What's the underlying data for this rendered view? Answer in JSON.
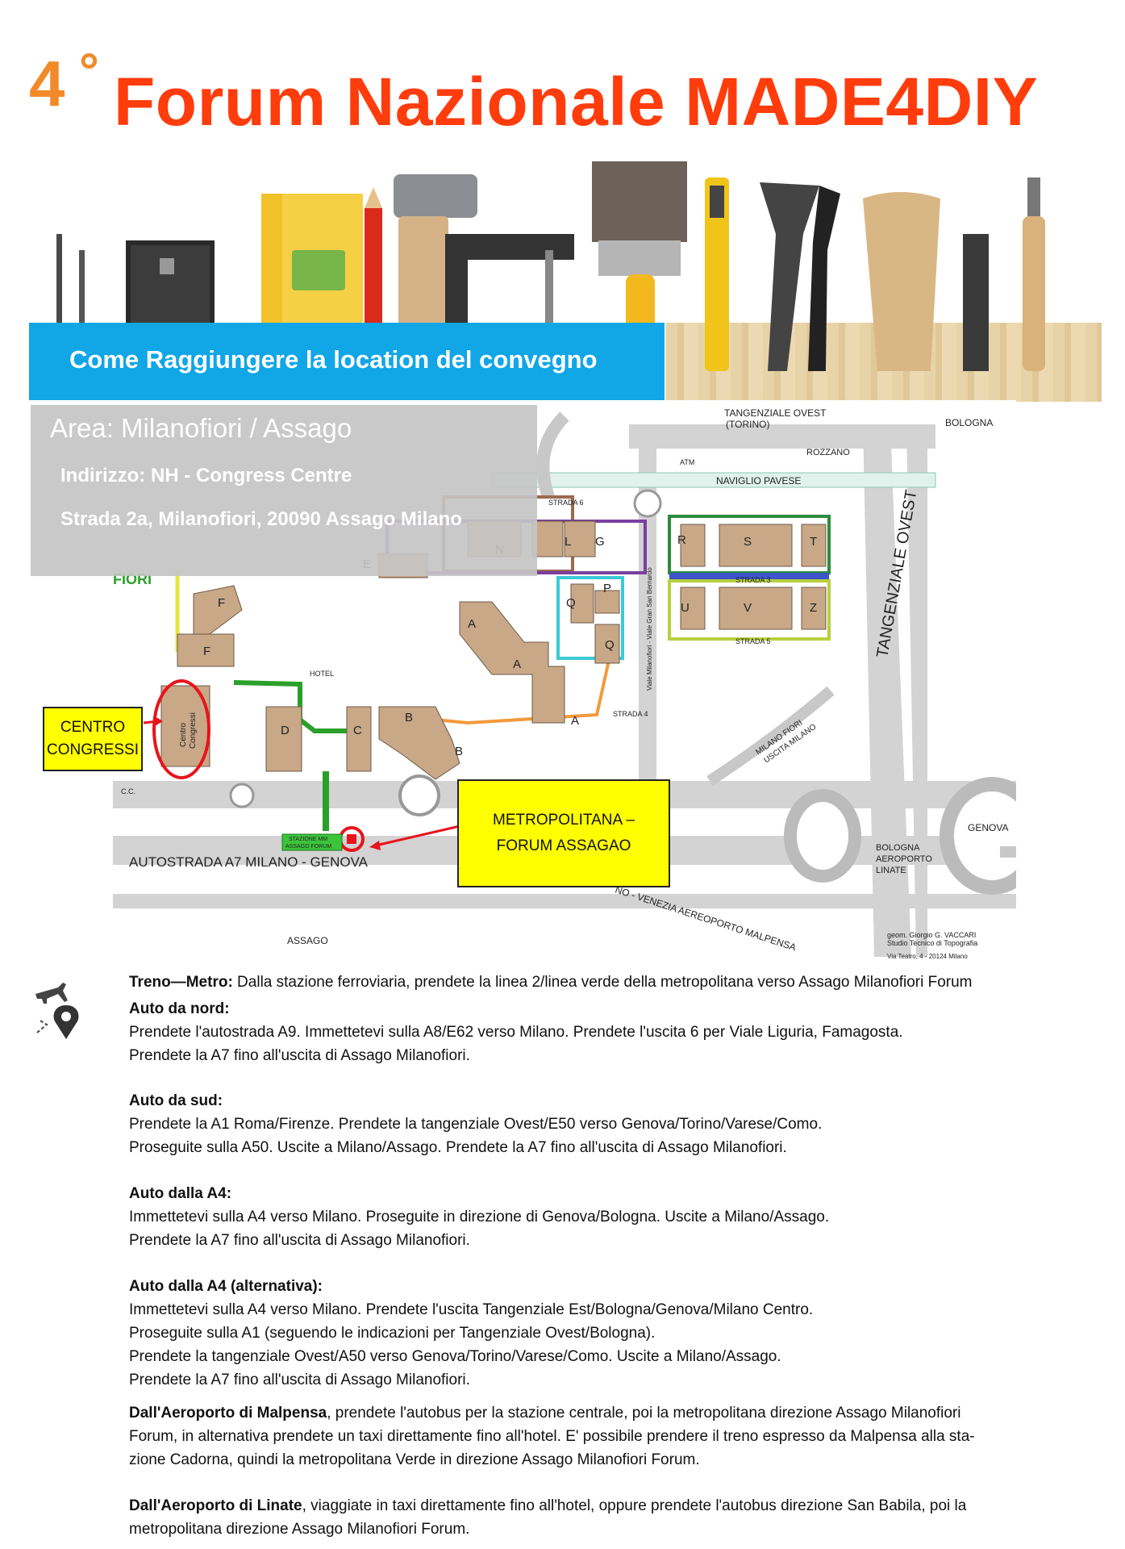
{
  "title": {
    "number": "4",
    "degree": "°",
    "main": "Forum Nazionale MADE4DIY"
  },
  "banner": {
    "subtitle": "Come Raggiungere la  location del convegno"
  },
  "info": {
    "area": "Area: Milanofiori / Assago",
    "address_line1": "Indirizzo:  NH - Congress Centre",
    "address_line2": "Strada 2a, Milanofiori, 20090 Assago Milano"
  },
  "map": {
    "labels": {
      "tang_ovest_top": "TANGENZIALE OVEST",
      "torino": "(TORINO)",
      "bologna": "BOLOGNA",
      "rozzano": "ROZZANO",
      "atm": "ATM",
      "naviglio": "NAVIGLIO PAVESE",
      "strada6": "STRADA 6",
      "strada3": "STRADA 3",
      "strada5": "STRADA 5",
      "strada4": "STRADA 4",
      "fiori": "FIORI",
      "tang_ovest_side": "TANGENZIALE OVEST",
      "viale": "Viale Milanofiori - Viale Gran San Bernardo",
      "uscita_1": "MILANO FIORI",
      "uscita_2": "USCITA MILANO",
      "genova": "GENOVA",
      "bologna_aero_1": "BOLOGNA",
      "bologna_aero_2": "AEROPORTO",
      "bologna_aero_3": "LINATE",
      "autostrada": "AUTOSTRADA  A7  MILANO - GENOVA",
      "venezia": "NO - VENEZIA  AEREOPORTO MALPENSA",
      "assago": "ASSAGO",
      "cc": "C.C.",
      "stazione_1": "STAZIONE MM",
      "stazione_2": "ASSAGO FORUM",
      "hotel": "HOTEL",
      "centro_congressi_1": "Centro",
      "centro_congressi_2": "Congressi",
      "credit_1": "geom. Giorgio G. VACCARI",
      "credit_2": "Studio Tecnico di Topografia",
      "credit_3": "Via Teatro, 4 - 20124 Milano",
      "buildings": [
        "L",
        "G",
        "N",
        "R",
        "S",
        "T",
        "E",
        "F",
        "F",
        "P",
        "Q",
        "Q",
        "U",
        "V",
        "Z",
        "A",
        "A",
        "A",
        "D",
        "C",
        "B",
        "B"
      ]
    }
  },
  "callouts": {
    "centro_line1": "CENTRO",
    "centro_line2": "CONGRESSI",
    "metro_line1": "METROPOLITANA –",
    "metro_line2": "FORUM ASSAGAO"
  },
  "directions": {
    "treno_label": "Treno—Metro:",
    "treno_text": " Dalla stazione ferroviaria, prendete la linea 2/linea verde della metropolitana verso Assago Milanofiori Forum",
    "nord_label": "Auto da nord:",
    "nord_lines": [
      "Prendete l'autostrada A9.  Immettetevi sulla A8/E62 verso Milano. Prendete l'uscita 6 per Viale Liguria, Famagosta.",
      "Prendete la A7 fino all'uscita di Assago Milanofiori."
    ],
    "sud_label": "Auto da sud:",
    "sud_lines": [
      "Prendete la A1 Roma/Firenze. Prendete la tangenziale Ovest/E50 verso Genova/Torino/Varese/Como.",
      "Proseguite sulla A50.  Uscite a Milano/Assago.  Prendete la A7 fino all'uscita di Assago Milanofiori."
    ],
    "a4_label": "Auto dalla A4:",
    "a4_lines": [
      "Immettetevi sulla A4 verso Milano. Proseguite in direzione di Genova/Bologna.  Uscite a Milano/Assago.",
      "Prendete la A7 fino all'uscita di Assago Milanofiori."
    ],
    "a4alt_label": "Auto dalla A4 (alternativa):",
    "a4alt_lines": [
      "Immettetevi sulla A4 verso Milano. Prendete l'uscita Tangenziale Est/Bologna/Genova/Milano Centro.",
      "Proseguite sulla A1 (seguendo le indicazioni per Tangenziale Ovest/Bologna).",
      "Prendete la tangenziale Ovest/A50 verso Genova/Torino/Varese/Como.  Uscite a Milano/Assago.",
      "Prendete la A7 fino all'uscita di Assago Milanofiori."
    ],
    "malpensa_label": "Dall'Aeroporto di Malpensa",
    "malpensa_lines": [
      ", prendete l'autobus per la stazione centrale, poi la metropolitana direzione Assago Milanofiori",
      "Forum, in alternativa prendete un taxi direttamente fino all'hotel. E' possibile prendere il treno espresso da Malpensa alla sta-",
      "zione Cadorna, quindi la metropolitana Verde in direzione Assago Milanofiori Forum."
    ],
    "linate_label": "Dall'Aeroporto di Linate",
    "linate_lines": [
      ", viaggiate in taxi direttamente fino all'hotel, oppure prendete l'autobus direzione San Babila, poi la",
      "metropolitana direzione Assago Milanofiori Forum."
    ]
  },
  "colors": {
    "title_orange": "#ff3c0c",
    "number_orange": "#f28a2a",
    "band_blue": "#11a6e6",
    "callout_yellow": "#ffff00",
    "circle_red": "#e8141c"
  },
  "icons": [
    "airplane-icon",
    "location-pin-icon"
  ]
}
